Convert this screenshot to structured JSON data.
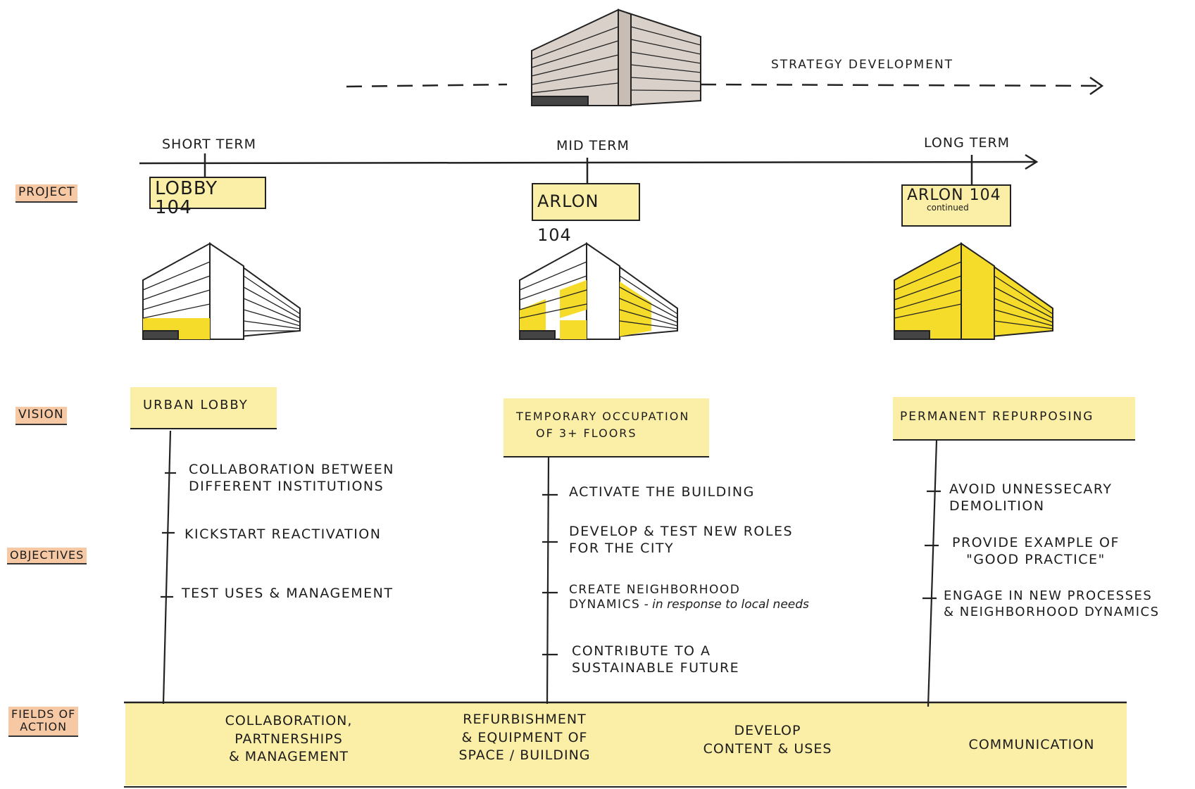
{
  "strategy_label": "STRATEGY DEVELOPMENT",
  "terms": [
    {
      "label": "SHORT TERM"
    },
    {
      "label": "MID TERM"
    },
    {
      "label": "LONG TERM"
    }
  ],
  "row_labels": {
    "project": "PROJECT",
    "vision": "VISION",
    "objectives": "OBJECTIVES",
    "fields_line1": "FIELDS OF",
    "fields_line2": "ACTION"
  },
  "projects": [
    {
      "name": "LOBBY 104",
      "note": ""
    },
    {
      "name": "ARLON 104",
      "note": ""
    },
    {
      "name": "ARLON 104",
      "note": "continued"
    }
  ],
  "visions": [
    {
      "line1": "URBAN LOBBY",
      "line2": ""
    },
    {
      "line1": "TEMPORARY OCCUPATION",
      "line2": "OF 3+ FLOORS"
    },
    {
      "line1": "PERMANENT REPURPOSING",
      "line2": ""
    }
  ],
  "objectives": {
    "short": [
      {
        "l1": "COLLABORATION BETWEEN",
        "l2": "DIFFERENT INSTITUTIONS"
      },
      {
        "l1": "KICKSTART REACTIVATION",
        "l2": ""
      },
      {
        "l1": "TEST USES & MANAGEMENT",
        "l2": ""
      }
    ],
    "mid": [
      {
        "l1": "ACTIVATE THE BUILDING",
        "l2": ""
      },
      {
        "l1": "DEVELOP & TEST NEW ROLES",
        "l2": "FOR THE CITY"
      },
      {
        "l1": "CREATE NEIGHBORHOOD",
        "l2a": "DYNAMICS",
        "l2b": " - in response to local needs"
      },
      {
        "l1": "CONTRIBUTE TO A",
        "l2": "SUSTAINABLE FUTURE"
      }
    ],
    "long": [
      {
        "l1": "AVOID UNNESSECARY",
        "l2": "DEMOLITION"
      },
      {
        "l1": "PROVIDE EXAMPLE OF",
        "l2": "\"GOOD PRACTICE\""
      },
      {
        "l1": "ENGAGE IN NEW PROCESSES",
        "l2": "& NEIGHBORHOOD DYNAMICS"
      }
    ]
  },
  "fields_of_action": [
    {
      "l1": "COLLABORATION,",
      "l2": "PARTNERSHIPS",
      "l3": "& MANAGEMENT"
    },
    {
      "l1": "REFURBISHMENT",
      "l2": "& EQUIPMENT OF",
      "l3": "SPACE / BUILDING"
    },
    {
      "l1": "DEVELOP",
      "l2": "CONTENT & USES",
      "l3": ""
    },
    {
      "l1": "COMMUNICATION",
      "l2": "",
      "l3": ""
    }
  ],
  "colors": {
    "highlight_yellow": "#fbeea6",
    "building_yellow": "#f5dc2a",
    "label_orange": "#f6c9a4",
    "ink": "#1c1c1c",
    "building_grey": "#d9d0c9"
  }
}
